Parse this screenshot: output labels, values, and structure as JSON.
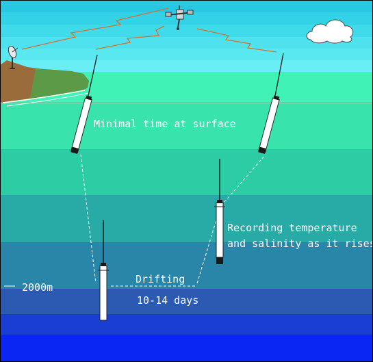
{
  "labels": {
    "surface": "Minimal time at surface",
    "recording_line1": "Recording temperature",
    "recording_line2": "and salinity as it rises",
    "drifting": "Drifting",
    "drift_duration": "10-14 days",
    "depth": "2000m"
  },
  "colors": {
    "sky_top": "#2bcde4",
    "sky_bottom": "#64ecf4",
    "sea_surface": "#40f2b4",
    "sea_layers": [
      "#2cd8a4",
      "#2ac4a4",
      "#28a8a8",
      "#2a84a8",
      "#2a64b0",
      "#1c48c8",
      "#0a2cf0"
    ],
    "land": "#9c7040",
    "grass": "#5a9a4a",
    "telemetry": "#d07030",
    "float_body": "#ffffff",
    "float_dark": "#1a1a1a"
  },
  "icons": [
    "satellite-icon",
    "antenna-icon",
    "cloud-icon"
  ]
}
